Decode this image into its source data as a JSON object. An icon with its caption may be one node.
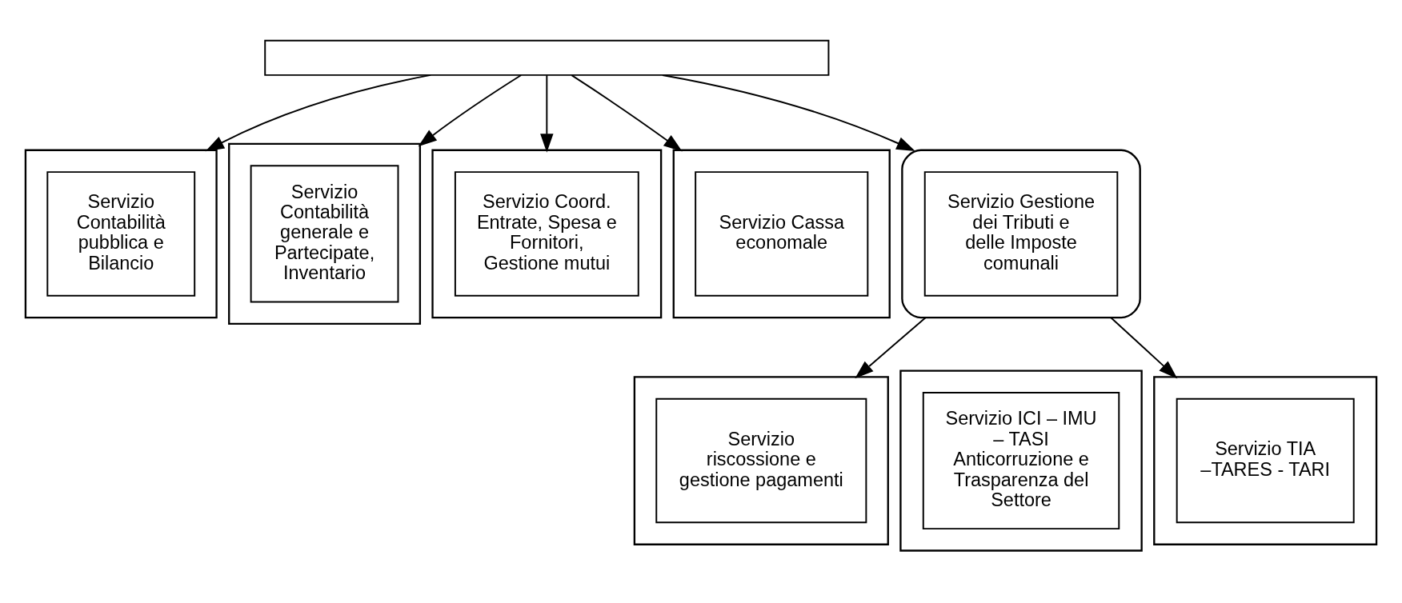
{
  "diagram": {
    "nodes": [
      {
        "text": [],
        "shape": "box"
      },
      {
        "text": [],
        "shape": "box"
      },
      {
        "text": [
          "Servizio Contabilità pubblica e Bilancio"
        ],
        "in": 1
      },
      {
        "text": [],
        "shape": "box"
      },
      {
        "text": [
          "Servizio Contabilità generale e Partecipate, Inventario"
        ],
        "in": 3
      },
      {
        "text": [],
        "shape": "box"
      },
      {
        "text": [
          "Servizio Coord. Entrate, Spesa e Fornitori, Gestione mutui"
        ],
        "in": 5
      },
      {
        "text": [],
        "shape": "box"
      },
      {
        "text": [
          "Servizio Cassa economale"
        ],
        "in": 7
      },
      {
        "text": [],
        "shape": "ellipse"
      },
      {
        "text": [
          "Servizio Gestione dei Tributi e delle Imposte comunali"
        ],
        "in": 9
      },
      {
        "text": [],
        "shape": "box"
      },
      {
        "text": [
          "Servizio riscossione e gestione pagamenti"
        ],
        "in": 11
      },
      {
        "text": [],
        "shape": "box"
      },
      {
        "text": [
          "Servizio ICI – IMU – TASI Anticorruzione e Trasparenza del Settore"
        ],
        "in": 13
      },
      {
        "text": [],
        "shape": "box"
      },
      {
        "text": [
          "Servizio TIA –TARES - TARI"
        ],
        "in": 15
      }
    ],
    "edges": [
      {
        "from": 0,
        "to": 1,
        "arrow": "to"
      },
      {
        "from": 0,
        "to": 3,
        "arrow": "to"
      },
      {
        "from": 0,
        "to": 5,
        "arrow": "to"
      },
      {
        "from": 0,
        "to": 7,
        "arrow": "to"
      },
      {
        "from": 0,
        "to": 9,
        "arrow": "to"
      },
      {
        "from": 9,
        "to": 11,
        "arrow": "to"
      },
      {
        "from": 9,
        "to": 15,
        "arrow": "to"
      }
    ]
  }
}
